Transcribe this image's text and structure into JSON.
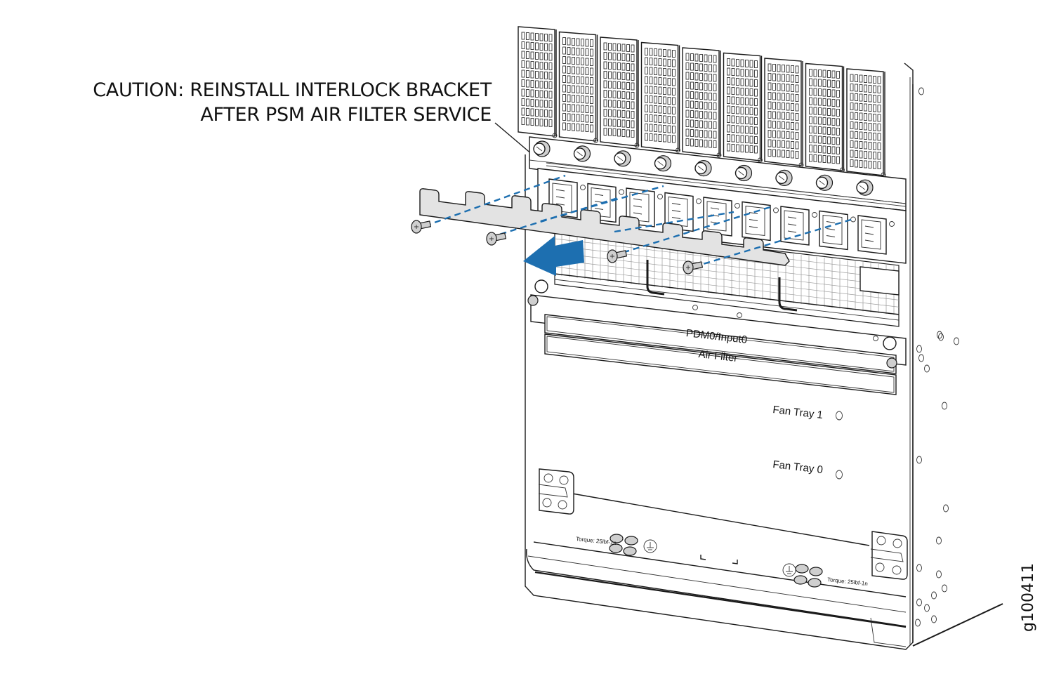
{
  "callout": {
    "line1": "CAUTION: REINSTALL INTERLOCK BRACKET",
    "line2": "AFTER PSM AIR FILTER SERVICE"
  },
  "labels": {
    "pdm_input": "PDM0/Input0",
    "air_filter": "Air Filter",
    "fan_tray_1": "Fan Tray 1",
    "fan_tray_0": "Fan Tray 0",
    "torque_left": "Torque: 25lbf-1n",
    "torque_right": "Torque: 25lbf-1n"
  },
  "figure_id": "g100411",
  "colors": {
    "arrow": "#1d6fb0",
    "guide_lines": "#1d6fb0",
    "bracket": "#e3e3e3",
    "linework": "#1a1a1a"
  },
  "illustration": {
    "psm_modules": 9,
    "power_inlets": 9,
    "bracket_screws": 4,
    "arrow_direction": "left",
    "arrow_icon": "removal-arrow-icon"
  }
}
